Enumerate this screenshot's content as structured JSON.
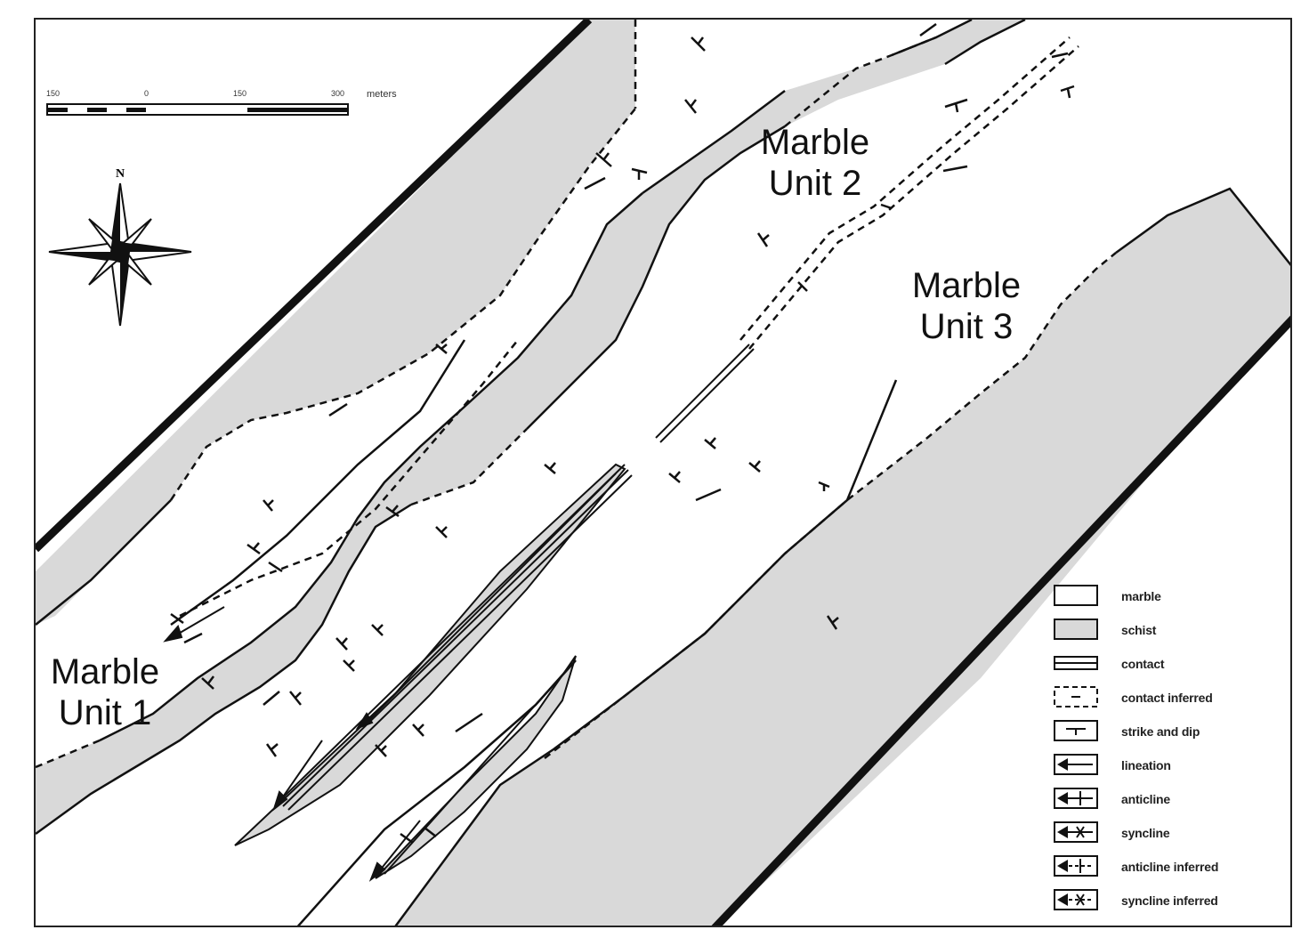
{
  "map": {
    "units": [
      {
        "id": "unit-1",
        "line1": "Marble",
        "line2": "Unit 1"
      },
      {
        "id": "unit-2",
        "line1": "Marble",
        "line2": "Unit 2"
      },
      {
        "id": "unit-3",
        "line1": "Marble",
        "line2": "Unit 3"
      }
    ],
    "north_label": "N",
    "scale": {
      "ticks": [
        "150",
        "0",
        "150",
        "300"
      ],
      "unit": "meters"
    },
    "legend": [
      {
        "symbol": "marble-box",
        "label": "marble"
      },
      {
        "symbol": "schist-box",
        "label": "schist"
      },
      {
        "symbol": "contact-line",
        "label": "contact"
      },
      {
        "symbol": "contact-inferred-line",
        "label": "contact inferred"
      },
      {
        "symbol": "strike-dip-symbol",
        "label": "strike and dip"
      },
      {
        "symbol": "lineation-arrow",
        "label": "lineation"
      },
      {
        "symbol": "anticline-symbol",
        "label": "anticline"
      },
      {
        "symbol": "syncline-symbol",
        "label": "syncline"
      },
      {
        "symbol": "anticline-inferred-symbol",
        "label": "anticline inferred"
      },
      {
        "symbol": "syncline-inferred-symbol",
        "label": "syncline inferred"
      }
    ],
    "colors": {
      "schist": "#d9d9d9",
      "marble": "#ffffff",
      "line": "#111111",
      "border": "#222222"
    }
  }
}
